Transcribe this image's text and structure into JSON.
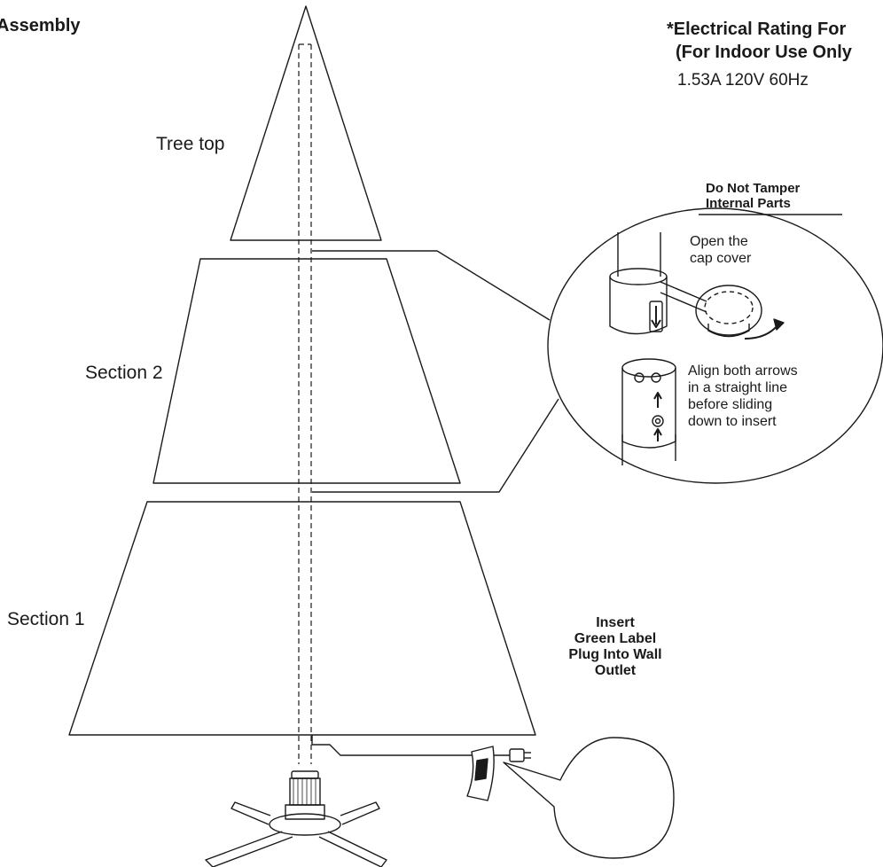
{
  "title": "Assembly",
  "rating": {
    "line1": "*Electrical Rating For",
    "line2": "(For Indoor Use Only",
    "line3": "1.53A 120V 60Hz"
  },
  "sections": {
    "top": "Tree top",
    "section2": "Section 2",
    "section1": "Section 1"
  },
  "detail": {
    "warning_line1": "Do Not Tamper",
    "warning_line2": "Internal Parts",
    "cap_line1": "Open the",
    "cap_line2": "cap cover",
    "align_line1": "Align both arrows",
    "align_line2": "in a straight line",
    "align_line3": "before sliding",
    "align_line4": "down to insert"
  },
  "plug_callout": {
    "line1": "Insert",
    "line2": "Green Label",
    "line3": "Plug Into Wall",
    "line4": "Outlet"
  }
}
